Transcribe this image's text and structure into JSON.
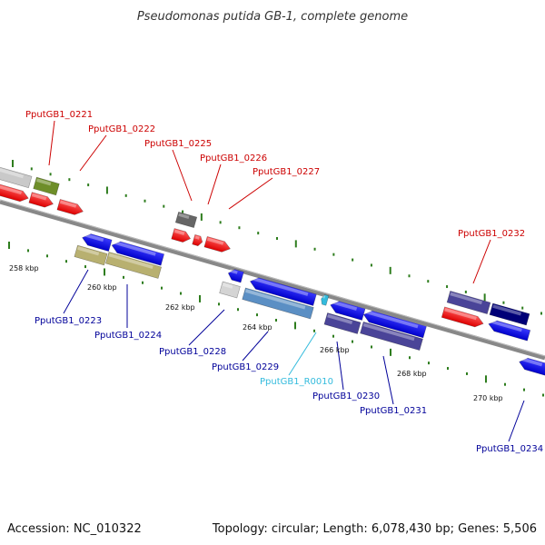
{
  "title": "Pseudomonas putida GB-1, complete genome",
  "footer": {
    "accession": "Accession: NC_010322",
    "topology": "Topology: circular; Length: 6,078,430 bp; Genes: 5,506"
  },
  "colors": {
    "forward_label": "#cc0000",
    "reverse_label": "#000099",
    "rna_label": "#33bbdd",
    "backbone": "#808080",
    "tick": "#2e7d1e"
  },
  "scale_labels": [
    "258 kbp",
    "260 kbp",
    "262 kbp",
    "264 kbp",
    "266 kbp",
    "268 kbp",
    "270 kbp"
  ],
  "gene_labels": [
    {
      "text": "PputGB1_0221",
      "strand": "forward"
    },
    {
      "text": "PputGB1_0222",
      "strand": "forward"
    },
    {
      "text": "PputGB1_0225",
      "strand": "forward"
    },
    {
      "text": "PputGB1_0226",
      "strand": "forward"
    },
    {
      "text": "PputGB1_0227",
      "strand": "forward"
    },
    {
      "text": "PputGB1_0232",
      "strand": "forward"
    },
    {
      "text": "PputGB1_0223",
      "strand": "reverse"
    },
    {
      "text": "PputGB1_0224",
      "strand": "reverse"
    },
    {
      "text": "PputGB1_0228",
      "strand": "reverse"
    },
    {
      "text": "PputGB1_0229",
      "strand": "reverse"
    },
    {
      "text": "PputGB1_R0010",
      "strand": "rna"
    },
    {
      "text": "PputGB1_0230",
      "strand": "reverse"
    },
    {
      "text": "PputGB1_0231",
      "strand": "reverse"
    },
    {
      "text": "PputGB1_0234",
      "strand": "reverse"
    }
  ]
}
